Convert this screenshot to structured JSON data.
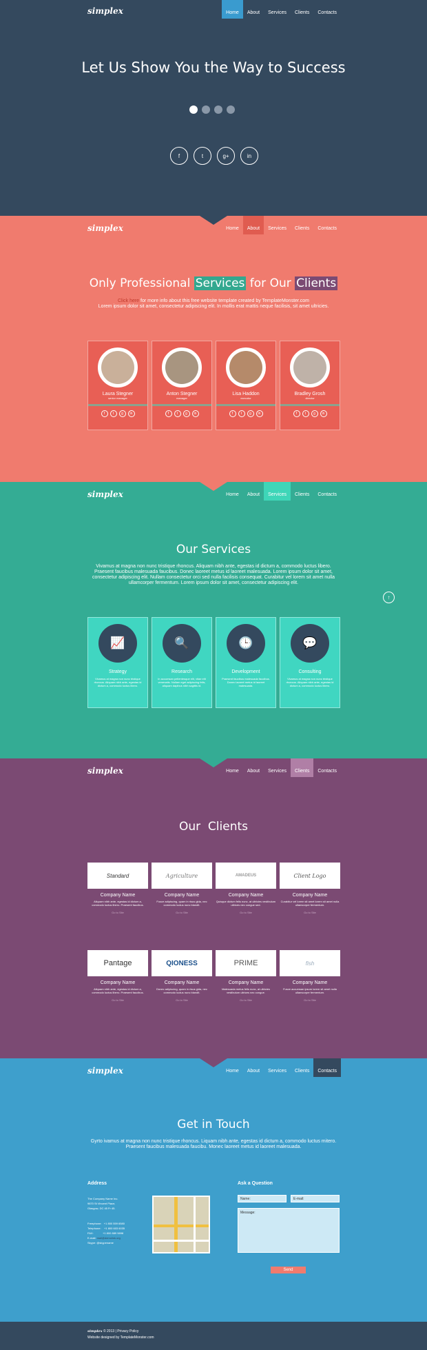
{
  "brand": "simplex",
  "nav": [
    "Home",
    "About",
    "Services",
    "Clients",
    "Contacts"
  ],
  "hero": {
    "title": "Let Us Show You the Way to Success",
    "social": [
      "f",
      "t",
      "g+",
      "in"
    ]
  },
  "about": {
    "title_a": "Only Professional ",
    "title_hl1": "Services",
    "title_b": " for Our ",
    "title_hl2": "Clients",
    "line1_link": "Click here",
    "line1_rest": " for more info about this free website template created by TemplateMonster.com",
    "line2": "Lorem ipsum dolor sit amet, consectetur adipiscing elit. In mollis erat mattis neque facilisis, sit amet ultricies.",
    "team": [
      {
        "name": "Laura Stegner",
        "role": "senior manager"
      },
      {
        "name": "Anton Stegner",
        "role": "manager"
      },
      {
        "name": "Lisa Haddon",
        "role": "executor"
      },
      {
        "name": "Bradley Grosh",
        "role": "director"
      }
    ]
  },
  "services": {
    "title": "Our Services",
    "text": "Vivamus at magna non nunc tristique rhoncus. Aliquam nibh ante, egestas id dictum a, commodo luctus libero. Praesent faucibus malesuada faucibus. Donec laoreet metus id laoreet malesuada. Lorem ipsum dolor sit amet, consectetur adipiscing elit. Nullam consectetur orci sed nulla facilisis consequat. Curabitur vel lorem sit amet nulla ullamcorper fermentum. Lorem ipsum dolor sit amet, consectetur adipiscing elit.",
    "items": [
      {
        "label": "Strategy",
        "icon": "chart-icon",
        "desc": "Vivamus at magna non nunc tristique rhoncus. Aliquam nibh ante, egestas id dictum a, commodo luctus libero."
      },
      {
        "label": "Research",
        "icon": "magnifier-icon",
        "desc": "In accumsan pellentesque elit, vitae elit venenatis. Nullam eget adipiscing felis, aliquam dapibus nibh sagittis id."
      },
      {
        "label": "Development",
        "icon": "clock-icon",
        "desc": "Praesent faucibus malesuada faucibus. Donec laoreet metus id laoreet malesuada."
      },
      {
        "label": "Consulting",
        "icon": "chat-icon",
        "desc": "Vivamus at magna non nunc tristique rhoncus. Aliquam nibh ante, egestas id dictum a, commodo luctus libero."
      }
    ]
  },
  "clients": {
    "title": "Our  Clients",
    "items": [
      {
        "logo": "Standard",
        "name": "Company Name",
        "desc": "Aliquam nibh ante, egestas id dictum a, commodo luctus libero. Praesent faucibus.",
        "link": "Go to Site"
      },
      {
        "logo": "Agriculture",
        "name": "Company Name",
        "desc": "Fusce adipiscing, quam in risus gida, nec commodo luctus nunc blandit.",
        "link": "Go to Site"
      },
      {
        "logo": "AMADEUS",
        "name": "Company Name",
        "desc": "Quisque dictum felis nunc, at ultricies vestibulum ultrices nec congue sed.",
        "link": "Go to Site"
      },
      {
        "logo": "Client Logo",
        "name": "Company Name",
        "desc": "Curabitur vel lorem sit amet lorem sit amet nulla ullamcorper fermentum.",
        "link": "Go to Site"
      },
      {
        "logo": "Pantage",
        "name": "Company Name",
        "desc": "Aliquam nibh ante, egestas id dictum a, commodo luctus libero. Praesent faucibus.",
        "link": "Go to Site"
      },
      {
        "logo": "QIONESS",
        "name": "Company Name",
        "desc": "Donec adipiscing, quam in risus gida, nec commodo luctus nunc blandit.",
        "link": "Go to Site"
      },
      {
        "logo": "PRIME",
        "name": "Company Name",
        "desc": "Malesuada metus felis nunc, at ultricies vestibulum ultrices nec congue.",
        "link": "Go to Site"
      },
      {
        "logo": "fish",
        "name": "Company Name",
        "desc": "Fusce accumsan ipsum lorem sit amet nulla ullamcorper fermentum.",
        "link": "Go to Site"
      }
    ]
  },
  "contact": {
    "title": "Get in Touch",
    "text": "Gyrto ivamus at magna non nunc tristique rhoncus. Liquam nibh ante, egestas id dictum a, commodo luctus mitero. Praesent faucibus malesuada faucibu. Monec laoreet metus id laoreet malesuada.",
    "address_h": "Address",
    "address": [
      "The Company Name Inc.",
      "9870 St Vincent Place,",
      "Glasgow, DC 45 Fr 45."
    ],
    "phone": "Freephone:   +1 800 559 6580",
    "tel": "Telephone:    +1 800 603 6035",
    "fax": "FAX:            +1 800 889 9898",
    "email_l": "E-mail:",
    "email": "mail@demolink.org",
    "skype_l": "Skype:",
    "skype": "@skypename",
    "ask_h": "Ask a Question",
    "name_ph": "Name:",
    "email_ph": "E-mail:",
    "msg_ph": "Message:",
    "send": "Send"
  },
  "footer": {
    "line1_brand": "simplex",
    "line1": " © 2013 | Privacy Policy",
    "line2": "Website designed by TemplateMonster.com"
  }
}
